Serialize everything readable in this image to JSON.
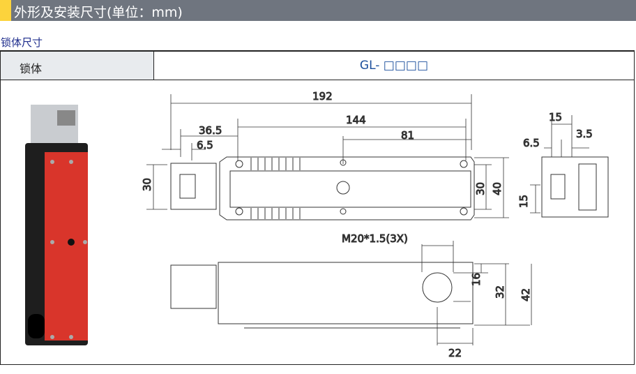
{
  "header": {
    "title": "外形及安装尺寸(单位：mm)"
  },
  "subtitle": "锁体尺寸",
  "table": {
    "col1": "锁体",
    "col2": "GL- □□□□"
  },
  "dims": {
    "d192": "192",
    "d144": "144",
    "d36_5": "36.5",
    "d6_5": "6.5",
    "d81": "81",
    "d30a": "30",
    "d30b": "30",
    "d40": "40",
    "d15a": "15",
    "d3_5": "3.5",
    "d6_5b": "6.5",
    "d15b": "15",
    "thread": "M20*1.5(3X)",
    "d16": "16",
    "d32": "32",
    "d42": "42",
    "d22": "22"
  },
  "colors": {
    "header": "#6f757f",
    "accent": "#fcd33c",
    "title": "#1e2d8c",
    "model": "#1b4f9c",
    "product_red": "#d9352b"
  }
}
